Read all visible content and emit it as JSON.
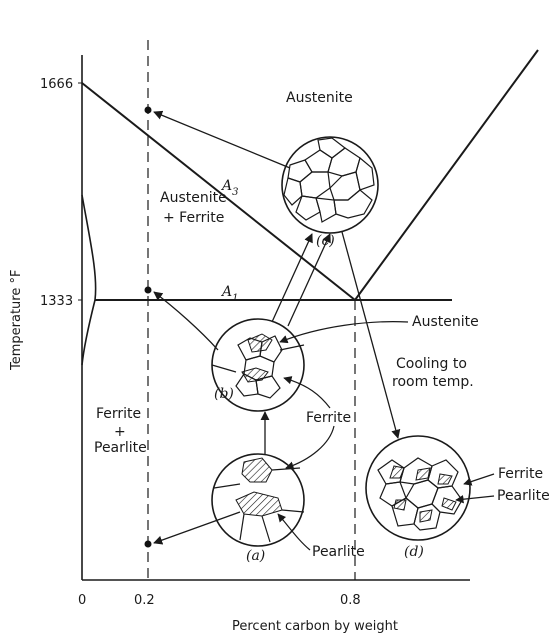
{
  "diagram": {
    "y_axis_label": "Temperature °F",
    "x_axis_label": "Percent carbon by weight",
    "y_ticks": [
      "1666",
      "1333"
    ],
    "x_ticks": [
      "0",
      "0.2",
      "0.8"
    ],
    "regions": {
      "austenite": "Austenite",
      "austenite_ferrite_line1": "Austenite",
      "austenite_ferrite_line2": "+ Ferrite",
      "ferrite_pearlite_line1": "Ferrite",
      "ferrite_pearlite_line2": "+",
      "ferrite_pearlite_line3": "Pearlite"
    },
    "lines": {
      "a3": "A",
      "a3_sub": "3",
      "a1": "A",
      "a1_sub": "1"
    },
    "callouts": {
      "austenite": "Austenite",
      "cooling_line1": "Cooling to",
      "cooling_line2": "room temp.",
      "ferrite_b": "Ferrite",
      "pearlite_a": "Pearlite",
      "ferrite_d": "Ferrite",
      "pearlite_d": "Pearlite"
    },
    "micrographs": {
      "a": "(a)",
      "b": "(b)",
      "c": "(c)",
      "d": "(d)"
    }
  }
}
